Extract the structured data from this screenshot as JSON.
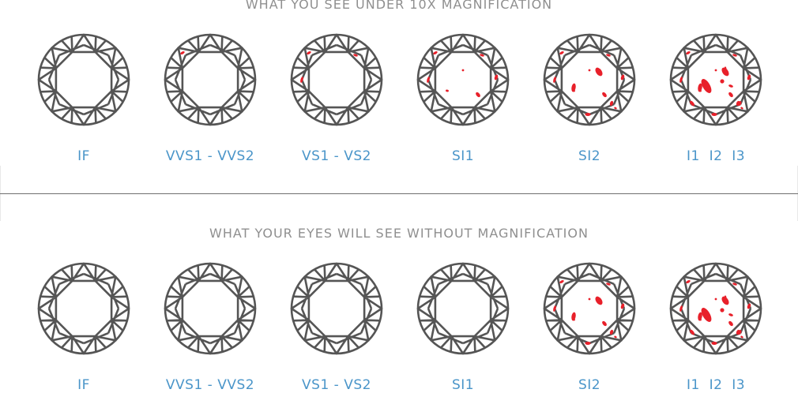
{
  "sections": [
    {
      "title": "WHAT YOU SEE UNDER 10X MAGNIFICATION",
      "grades": [
        {
          "label": "IF",
          "inclusion_level": 0
        },
        {
          "label": "VVS1 - VVS2",
          "inclusion_level": 1
        },
        {
          "label": "VS1 - VS2",
          "inclusion_level": 2
        },
        {
          "label": "SI1",
          "inclusion_level": 3
        },
        {
          "label": "SI2",
          "inclusion_level": 4
        },
        {
          "label": "I1  I2  I3",
          "inclusion_level": 5
        }
      ]
    },
    {
      "title": "WHAT YOUR EYES WILL SEE WITHOUT MAGNIFICATION",
      "grades": [
        {
          "label": "IF",
          "inclusion_level": 0
        },
        {
          "label": "VVS1 - VVS2",
          "inclusion_level": 0
        },
        {
          "label": "VS1 - VS2",
          "inclusion_level": 0
        },
        {
          "label": "SI1",
          "inclusion_level": 0
        },
        {
          "label": "SI2",
          "inclusion_level": 4
        },
        {
          "label": "I1  I2  I3",
          "inclusion_level": 5
        }
      ]
    }
  ],
  "colors": {
    "outline": "#555555",
    "inclusion": "#e8202a",
    "label": "#4a95c9",
    "title": "#8f8f8f",
    "divider": "#6f6f6f"
  },
  "icons": {
    "diamond": "round-brilliant-diamond-icon",
    "inclusion": "inclusion-mark"
  }
}
